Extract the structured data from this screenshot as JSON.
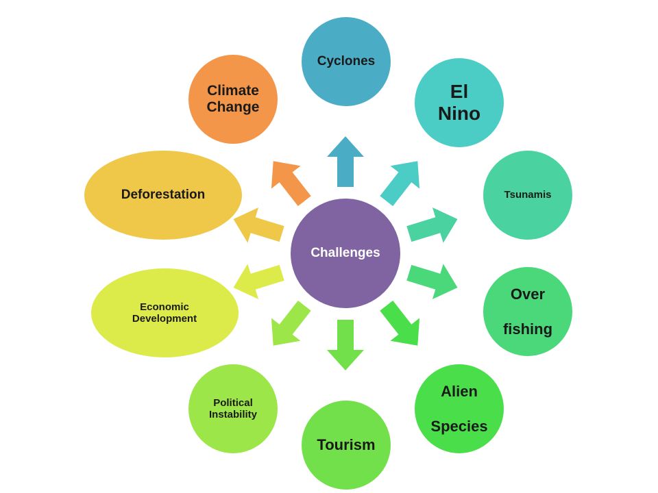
{
  "center": {
    "label": "Challenges",
    "color": "#8064A2"
  },
  "nodes": [
    {
      "key": "cyclones",
      "label": "Cyclones",
      "color": "#4BACC6"
    },
    {
      "key": "el-nino",
      "label": "El\nNino",
      "color": "#4BCDC6"
    },
    {
      "key": "tsunamis",
      "label": "Tsunamis",
      "color": "#4AD3A0"
    },
    {
      "key": "over-fishing",
      "label": "Over\n\nfishing",
      "color": "#4AD87A"
    },
    {
      "key": "alien-species",
      "label": "Alien\n\nSpecies",
      "color": "#4ADE4A"
    },
    {
      "key": "tourism",
      "label": "Tourism",
      "color": "#72E04A"
    },
    {
      "key": "political-instability",
      "label": "Political\nInstability",
      "color": "#9CE64A"
    },
    {
      "key": "economic-development",
      "label": "Economic\nDevelopment",
      "color": "#DCEB4A"
    },
    {
      "key": "deforestation",
      "label": "Deforestation",
      "color": "#EFC84A"
    },
    {
      "key": "climate-change",
      "label": "Climate\nChange",
      "color": "#F4964A"
    }
  ],
  "arrow_colors": [
    "#4BACC6",
    "#4BCDC6",
    "#4AD3A0",
    "#4AD87A",
    "#4ADE4A",
    "#72E04A",
    "#9CE64A",
    "#DCEB4A",
    "#EFC84A",
    "#F4964A"
  ]
}
